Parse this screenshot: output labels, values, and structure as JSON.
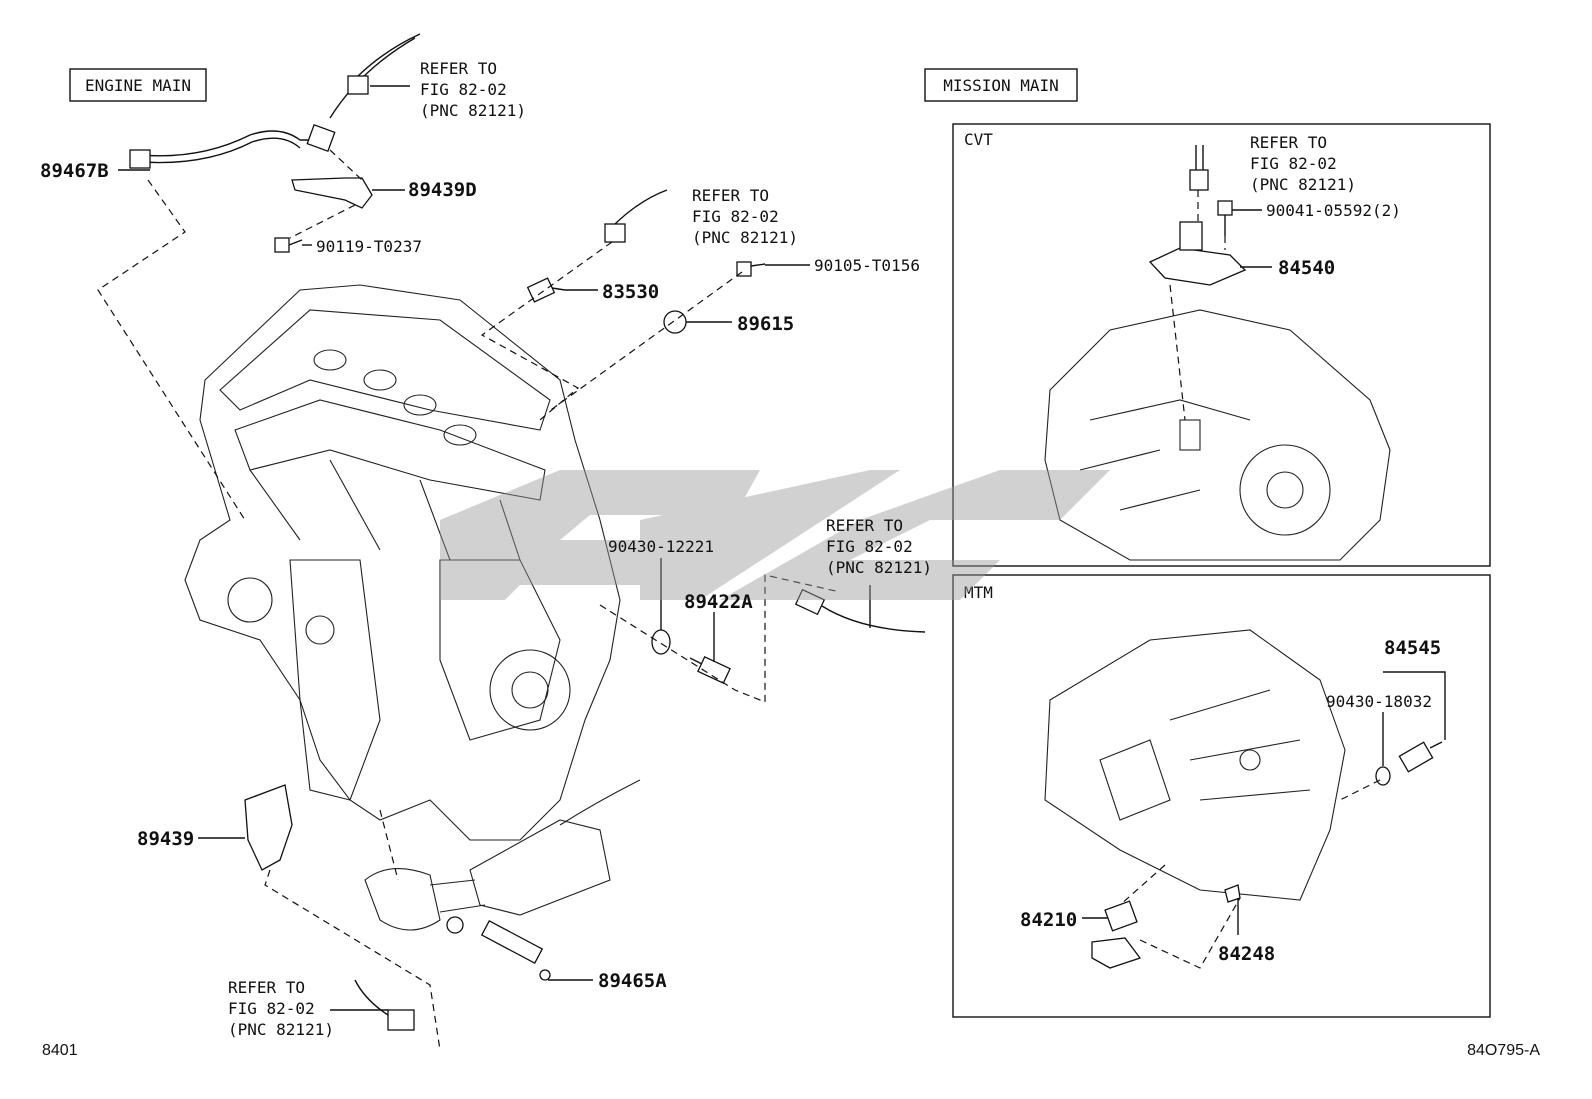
{
  "diagram": {
    "sections": {
      "engine_main": "ENGINE MAIN",
      "mission_main": "MISSION MAIN",
      "cvt": "CVT",
      "mtm": "MTM"
    },
    "refer": {
      "line1": "REFER TO",
      "line2": "FIG 82-02",
      "line3": "(PNC 82121)"
    },
    "parts": {
      "p89467B": "89467B",
      "p89439D": "89439D",
      "p90119": "90119-T0237",
      "p83530": "83530",
      "p90105": "90105-T0156",
      "p89615": "89615",
      "p90430_12221": "90430-12221",
      "p89422A": "89422A",
      "p89439": "89439",
      "p89465A": "89465A",
      "p90041": "90041-05592(2)",
      "p84540": "84540",
      "p84545": "84545",
      "p90430_18032": "90430-18032",
      "p84210": "84210",
      "p84248": "84248"
    },
    "footer": {
      "page_code": "8401",
      "figure_code": "84O795-A"
    }
  }
}
